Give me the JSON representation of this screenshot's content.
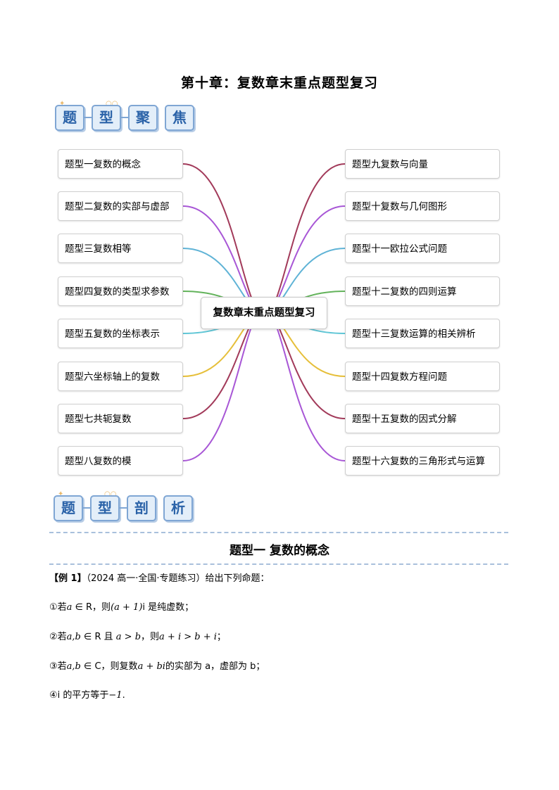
{
  "page_title": "第十章：复数章末重点题型复习",
  "focus_tags": [
    "题",
    "型",
    "聚",
    "焦"
  ],
  "analysis_tags": [
    "题",
    "型",
    "剖",
    "析"
  ],
  "mindmap": {
    "center": "复数章末重点题型复习",
    "left": [
      {
        "label": "题型一复数的概念",
        "color": "#a23a5a"
      },
      {
        "label": "题型二复数的实部与虚部",
        "color": "#a857d6"
      },
      {
        "label": "题型三复数相等",
        "color": "#5fb3d6"
      },
      {
        "label": "题型四复数的类型求参数",
        "color": "#63b35b"
      },
      {
        "label": "题型五复数的坐标表示",
        "color": "#5fc6d6"
      },
      {
        "label": "题型六坐标轴上的复数",
        "color": "#e6bf3a"
      },
      {
        "label": "题型七共轭复数",
        "color": "#a23a5a"
      },
      {
        "label": "题型八复数的模",
        "color": "#a857d6"
      }
    ],
    "right": [
      {
        "label": "题型九复数与向量",
        "color": "#a23a5a"
      },
      {
        "label": "题型十复数与几何图形",
        "color": "#a857d6"
      },
      {
        "label": "题型十一欧拉公式问题",
        "color": "#5fb3d6"
      },
      {
        "label": "题型十二复数的四则运算",
        "color": "#63b35b"
      },
      {
        "label": "题型十三复数运算的相关辨析",
        "color": "#5fc6d6"
      },
      {
        "label": "题型十四复数方程问题",
        "color": "#e6bf3a"
      },
      {
        "label": "题型十五复数的因式分解",
        "color": "#a23a5a"
      },
      {
        "label": "题型十六复数的三角形式与运算",
        "color": "#a857d6"
      }
    ]
  },
  "section_title": "题型一  复数的概念",
  "example": {
    "label": "【例 1】",
    "source": "（2024 高一·全国·专题练习）给出下列命题：",
    "items": [
      {
        "num": "①",
        "p1": "若",
        "m1": "a",
        "p2": " ∈ R，则",
        "m2": "(a + 1)",
        "p3": "i 是纯虚数；"
      },
      {
        "num": "②",
        "p1": "若",
        "m1": "a,b",
        "p2": " ∈ R 且 ",
        "m2": "a > b",
        "p3": "，则",
        "m3": "a + i > b + i",
        "p4": "；"
      },
      {
        "num": "③",
        "p1": "若",
        "m1": "a,b",
        "p2": " ∈ C，则复数",
        "m2": "a + bi",
        "p3": "的实部为 a，虚部为 b；"
      },
      {
        "num": "④",
        "p1": "i 的平方等于",
        "m1": "−1",
        "p2": "."
      }
    ]
  }
}
